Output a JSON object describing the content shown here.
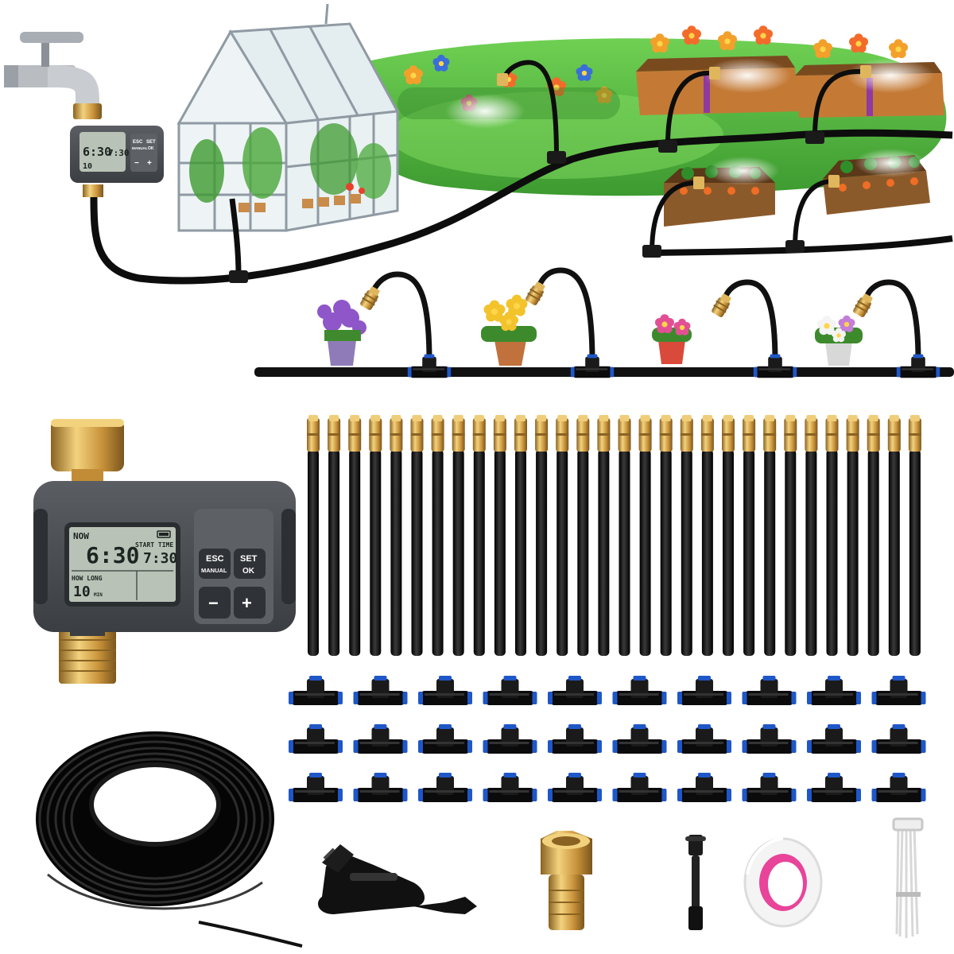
{
  "timer_large": {
    "now_label": "NOW",
    "now_time": "6:30",
    "start_label": "START TIME",
    "start_time": "7:30",
    "howlong_label": "HOW LONG",
    "howlong_value": "10",
    "howlong_unit": "MIN",
    "esc_label": "ESC",
    "manual_label": "MANUAL",
    "set_label": "SET",
    "ok_label": "OK",
    "minus_label": "−",
    "plus_label": "+"
  },
  "timer_small": {
    "now_time": "6:30",
    "start_time": "7:30",
    "howlong_value": "10",
    "esc_label": "ESC",
    "manual_label": "MANUAL",
    "set_label": "SET",
    "ok_label": "OK",
    "minus_label": "−",
    "plus_label": "+"
  },
  "kit": {
    "misting_tubes": 30,
    "tee_rows": 3,
    "tee_cols": 10
  },
  "colors": {
    "tube": "#111111",
    "brass": "#d2a24a",
    "timer_body": "#4a4d52",
    "lcd": "#b9c2b6",
    "grass": "#58b843",
    "blue_ring": "#1f57c8",
    "tape_pink": "#e8449a"
  }
}
